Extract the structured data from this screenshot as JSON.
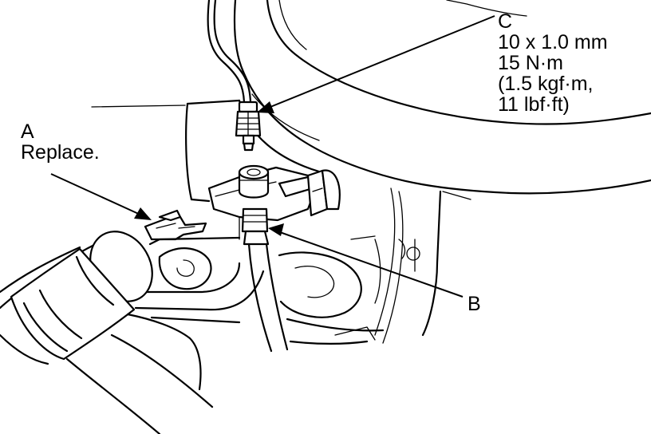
{
  "callouts": {
    "a": {
      "letter": "A",
      "note": "Replace."
    },
    "b": {
      "letter": "B"
    },
    "c": {
      "letter": "C",
      "spec_lines": [
        "10 x 1.0 mm",
        "15 N·m",
        "(1.5 kgf·m,",
        "11 lbf·ft)"
      ]
    }
  }
}
